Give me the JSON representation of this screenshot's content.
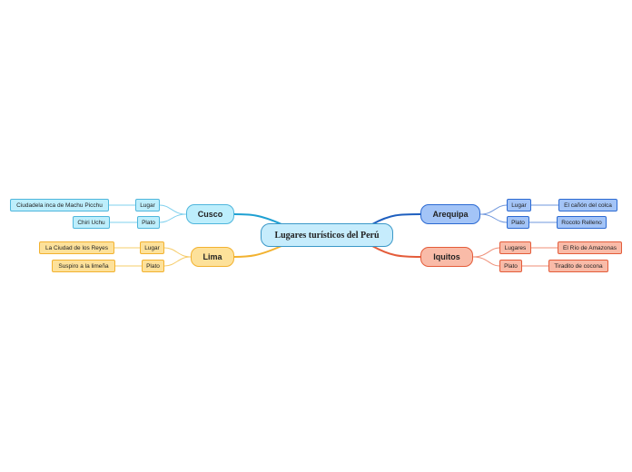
{
  "root": {
    "label": "Lugares turísticos del Perú"
  },
  "branches": [
    {
      "label": "Cusco",
      "items": [
        {
          "category": "Lugar",
          "value": "Ciudadela inca de Machu Picchu"
        },
        {
          "category": "Plato",
          "value": "Chiri Uchu"
        }
      ]
    },
    {
      "label": "Lima",
      "items": [
        {
          "category": "Lugar",
          "value": "La Ciudad de los Reyes"
        },
        {
          "category": "Plato",
          "value": "Suspiro a la limeña"
        }
      ]
    },
    {
      "label": "Arequipa",
      "items": [
        {
          "category": "Lugar",
          "value": "El cañón del colca"
        },
        {
          "category": "Plato",
          "value": "Rocoto Relleno"
        }
      ]
    },
    {
      "label": "Iquitos",
      "items": [
        {
          "category": "Lugares",
          "value": "El Río de Amazonas"
        },
        {
          "category": "Plato",
          "value": "Tiradito de cocona"
        }
      ]
    }
  ],
  "colors": {
    "cusco": "#1ea0d2",
    "lima": "#f2b230",
    "arequipa": "#1e5fbf",
    "iquitos": "#e45c3a"
  }
}
